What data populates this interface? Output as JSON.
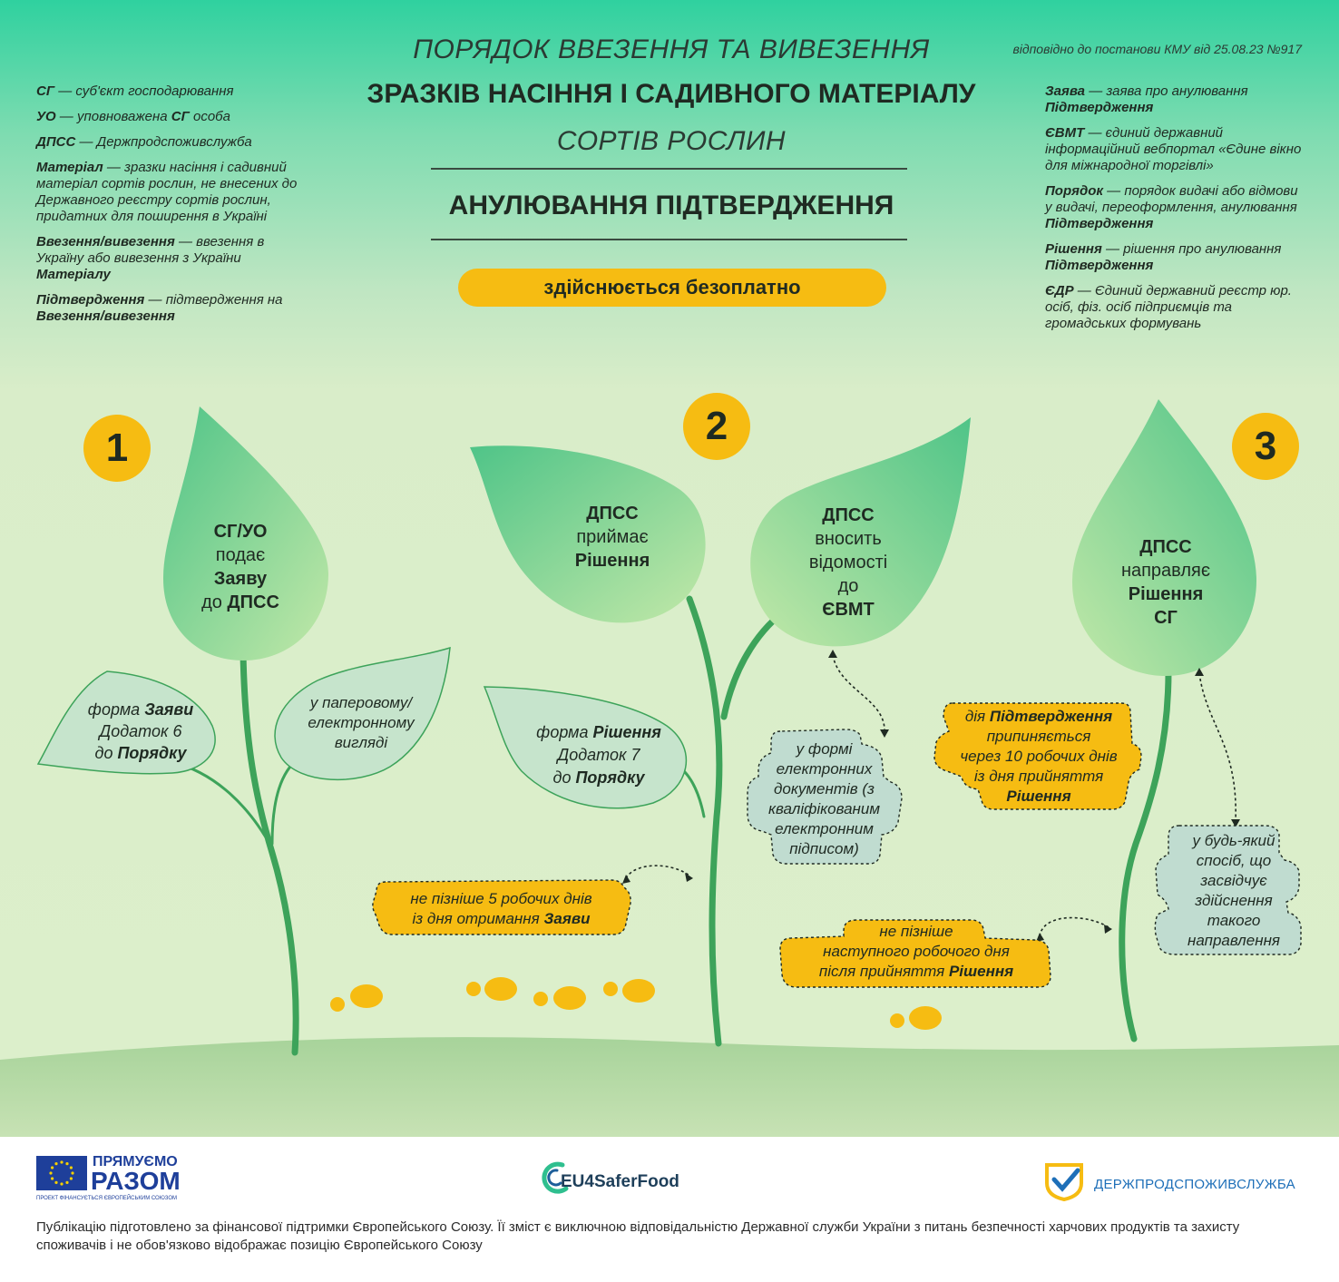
{
  "header": {
    "line1": "ПОРЯДОК ВВЕЗЕННЯ ТА ВИВЕЗЕННЯ",
    "line2": "ЗРАЗКІВ НАСІННЯ І САДИВНОГО МАТЕРІАЛУ",
    "line3": "СОРТІВ РОСЛИН",
    "topic": "АНУЛЮВАННЯ ПІДТВЕРДЖЕННЯ",
    "badge": "здійснюється безоплатно",
    "decree": "відповідно до постанови КМУ від 25.08.23 №917"
  },
  "glossary_left": [
    {
      "term": "СГ",
      "def": " — суб'єкт господарювання"
    },
    {
      "term": "УО",
      "def": " — уповноважена ",
      "term2": "СГ",
      "def2": " особа"
    },
    {
      "term": "ДПСС",
      "def": " — Держпродспоживслужба"
    },
    {
      "term": "Матеріал",
      "def": " — зразки насіння і садивний матеріал сортів рослин, не внесених до Державного реєстру сортів рослин, придатних для поширення в Україні"
    },
    {
      "term": "Ввезення/вивезення",
      "def": " — ввезення в Україну або вивезення з України ",
      "term2": "Матеріалу",
      "def2": ""
    },
    {
      "term": "Підтвердження",
      "def": " — підтвердження на ",
      "term2": "Ввезення/вивезення",
      "def2": ""
    }
  ],
  "glossary_right": [
    {
      "term": "Заява",
      "def": " — заява про анулювання ",
      "term2": "Підтвердження",
      "def2": ""
    },
    {
      "term": "ЄВМТ",
      "def": " — єдиний державний інформаційний вебпортал «Єдине вікно для міжнародної торгівлі»"
    },
    {
      "term": "Порядок",
      "def": " — порядок видачі або відмови у видачі, переоформлення, анулювання ",
      "term2": "Підтвердження",
      "def2": ""
    },
    {
      "term": "Рішення",
      "def": " — рішення про анулювання ",
      "term2": "Підтвердження",
      "def2": ""
    },
    {
      "term": "ЄДР",
      "def": " — Єдиний державний реєстр юр. осіб, фіз. осіб підприємців та громадських формувань"
    }
  ],
  "steps": [
    {
      "number": "1",
      "leaf": {
        "l1": "СГ/УО",
        "l2": "подає",
        "l3": "Заяву",
        "l4a": "до ",
        "l4b": "ДПСС"
      },
      "note_a": {
        "l1a": "форма ",
        "l1b": "Заяви",
        "l2": "Додаток 6",
        "l3a": "до ",
        "l3b": "Порядку"
      },
      "note_b": "у паперовому/ електронному вигляді"
    },
    {
      "number": "2",
      "leaf_a": {
        "l1": "ДПСС",
        "l2": "приймає",
        "l3": "Рішення"
      },
      "leaf_b": {
        "l1": "ДПСС",
        "l2": "вносить",
        "l3": "відомості",
        "l4": "до",
        "l5": "ЄВМТ"
      },
      "note_a": {
        "l1a": "форма ",
        "l1b": "Рішення",
        "l2": "Додаток 7",
        "l3a": "до ",
        "l3b": "Порядку"
      },
      "deadline": {
        "l1": "не пізніше 5 робочих днів",
        "l2a": "із дня отримання ",
        "l2b": "Заяви"
      },
      "cloud": "у формі електронних документів (з кваліфікованим електронним підписом)"
    },
    {
      "number": "3",
      "leaf": {
        "l1": "ДПСС",
        "l2": "направляє",
        "l3": "Рішення",
        "l4": "СГ"
      },
      "validity": {
        "l1a": "дія ",
        "l1b": "Підтвердження",
        "l2": "припиняється",
        "l3": "через 10 робочих днів",
        "l4": "із дня прийняття",
        "l5": "Рішення"
      },
      "deadline": {
        "l1": "не пізніше",
        "l2": "наступного робочого дня",
        "l3a": "після прийняття ",
        "l3b": "Рішення"
      },
      "cloud": "у будь-який спосіб, що засвідчує здійснення такого направлення"
    }
  ],
  "footer": {
    "logo1_line1": "ПРЯМУЄМО",
    "logo1_line2": "РАЗОМ",
    "logo1_caption": "ПРОЕКТ ФІНАНСУЄТЬСЯ ЄВРОПЕЙСЬКИМ СОЮЗОМ",
    "logo2": "EU4SaferFood",
    "logo3": "ДЕРЖПРОДСПОЖИВСЛУЖБА",
    "disclaimer": "Публікацію підготовлено за фінансової підтримки Європейського Союзу. Її зміст є виключною відповідальністю Державної служби України з питань безпечності харчових продуктів та захисту споживачів і не обов'язково відображає позицію Європейського Союзу"
  },
  "colors": {
    "accent": "#f6bc12",
    "leaf_dark": "#4fc488",
    "leaf_light": "#b8e6a6",
    "stem": "#3da35a",
    "note_fill": "#c6e4cc",
    "cloud_fill": "#c0dcd0"
  }
}
